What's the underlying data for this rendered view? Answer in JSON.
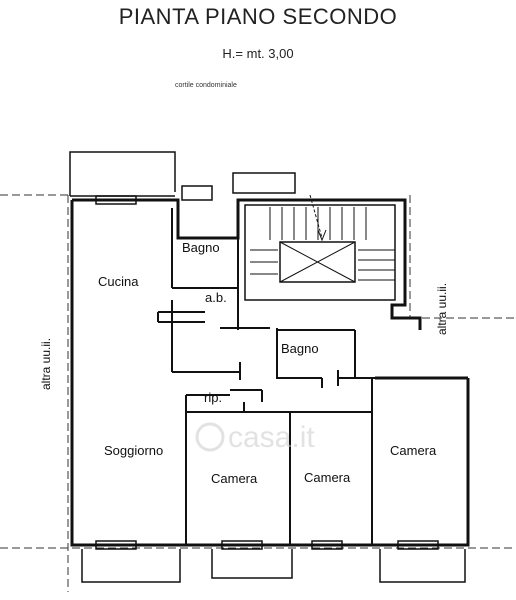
{
  "title": "PIANTA PIANO SECONDO",
  "height_note": "H.= mt. 3,00",
  "courtyard_label": "cortile condominiale",
  "rooms": {
    "cucina": "Cucina",
    "bagno_top": "Bagno",
    "ab": "a.b.",
    "bagno_mid": "Bagno",
    "rip": "rip.",
    "soggiorno": "Soggiorno",
    "camera_left": "Camera",
    "camera_mid": "Camera",
    "camera_right": "Camera"
  },
  "side_labels": {
    "left": "altra uu.ii.",
    "right": "altra uu.ii."
  },
  "watermark": "casa.it"
}
